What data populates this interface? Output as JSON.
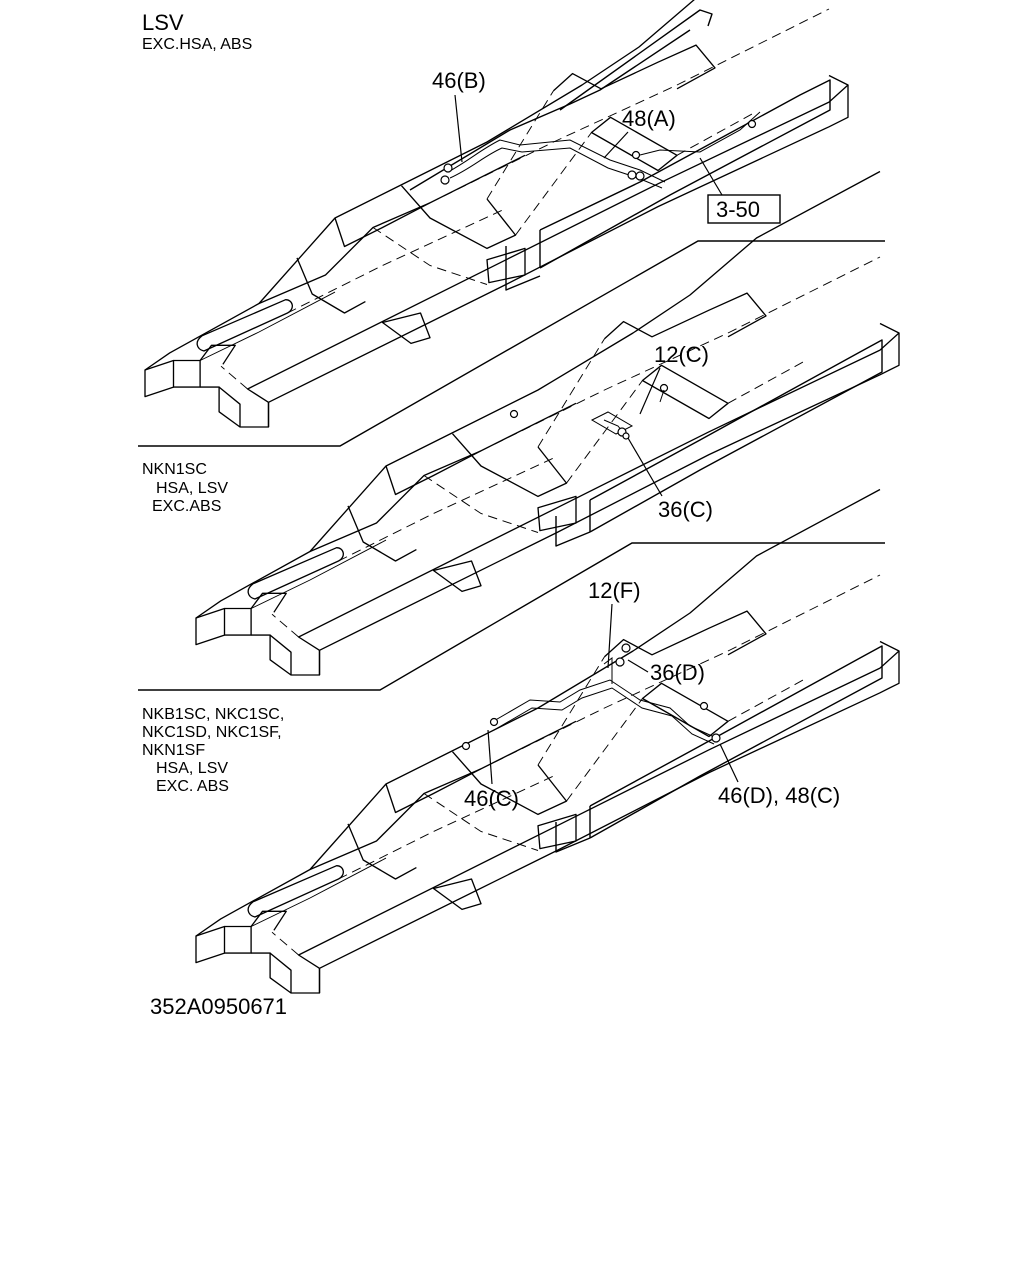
{
  "views": [
    {
      "applicability": [
        "LSV",
        "EXC.HSA, ABS"
      ],
      "callouts": [
        "46(B)",
        "48(A)",
        "3-50"
      ]
    },
    {
      "applicability": [
        "NKN1SC",
        "HSA, LSV",
        "EXC.ABS"
      ],
      "callouts": [
        "12(C)",
        "36(C)"
      ]
    },
    {
      "applicability": [
        "NKB1SC, NKC1SC,",
        "NKC1SD, NKC1SF,",
        "NKN1SF",
        "HSA, LSV",
        "EXC. ABS"
      ],
      "callouts": [
        "12(F)",
        "36(D)",
        "46(C)",
        "46(D), 48(C)"
      ]
    }
  ],
  "drawing_number": "352A0950671"
}
